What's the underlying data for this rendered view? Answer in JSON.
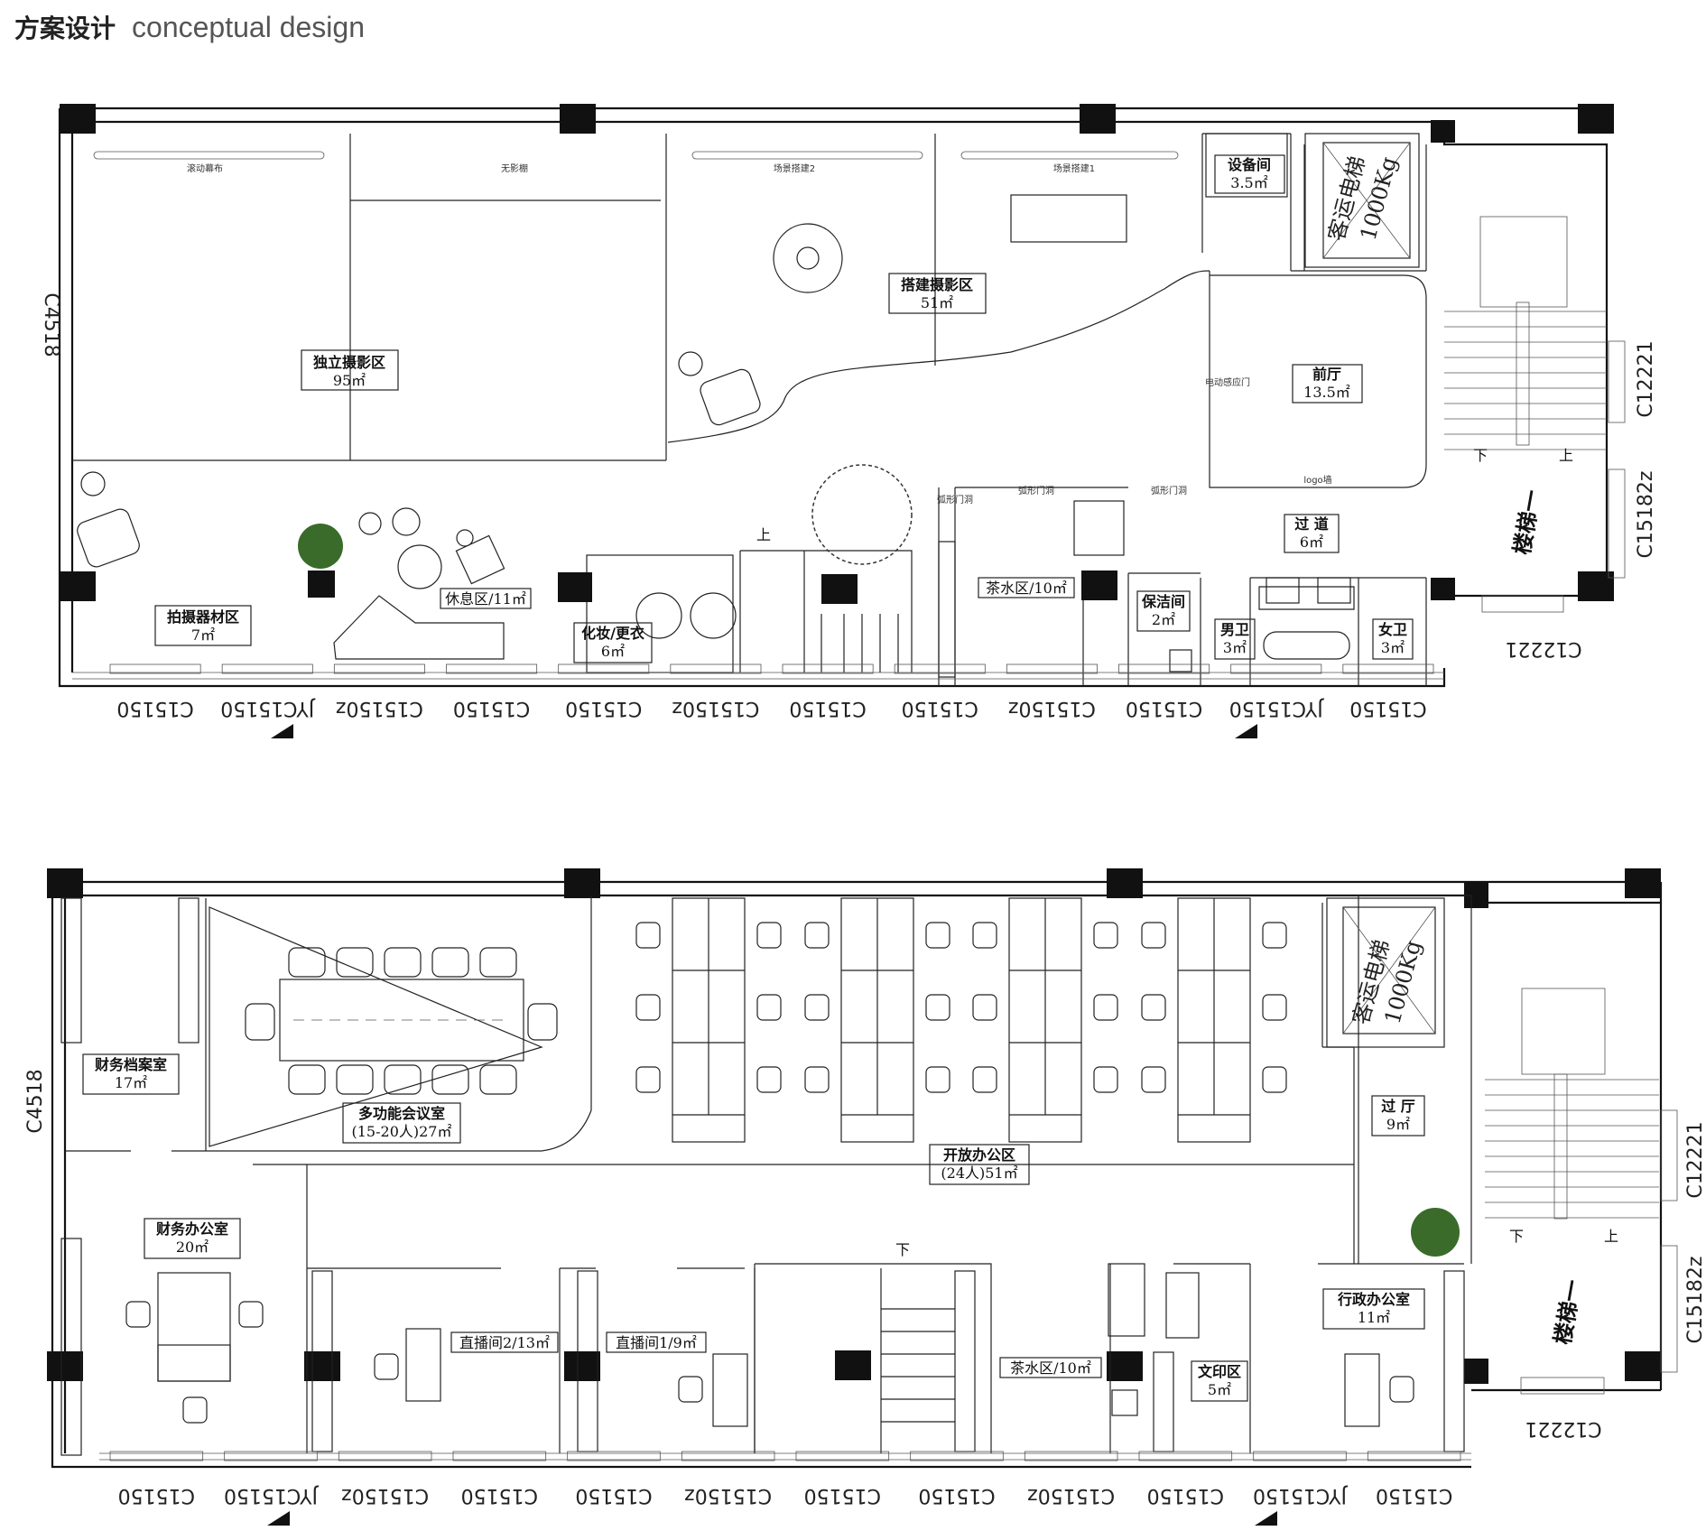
{
  "header": {
    "title_cn": "方案设计",
    "title_en": "conceptual design"
  },
  "plan1": {
    "rooms": [
      {
        "id": "p1-independent-studio",
        "name": "独立摄影区",
        "area": "95㎡"
      },
      {
        "id": "p1-set-studio",
        "name": "搭建摄影区",
        "area": "51㎡"
      },
      {
        "id": "p1-equipment",
        "name": "设备间",
        "area": "3.5㎡"
      },
      {
        "id": "p1-lobby",
        "name": "前厅",
        "area": "13.5㎡"
      },
      {
        "id": "p1-passage",
        "name": "过 道",
        "area": "6㎡"
      },
      {
        "id": "p1-camera-gear",
        "name": "拍摄器材区",
        "area": "7㎡"
      },
      {
        "id": "p1-lounge",
        "name": "休息区/11㎡",
        "area": ""
      },
      {
        "id": "p1-makeup",
        "name": "化妆/更衣",
        "area": "6㎡"
      },
      {
        "id": "p1-tea",
        "name": "茶水区/10㎡",
        "area": ""
      },
      {
        "id": "p1-cleaning",
        "name": "保洁间",
        "area": "2㎡"
      },
      {
        "id": "p1-men-wc",
        "name": "男卫",
        "area": "3㎡"
      },
      {
        "id": "p1-women-wc",
        "name": "女卫",
        "area": "3㎡"
      }
    ],
    "small_labels": [
      "滚动幕布",
      "无影棚",
      "场景搭建2",
      "场景搭建1",
      "电动感应门",
      "弧形门洞",
      "弧形门洞",
      "弧形门洞",
      "logo墙"
    ],
    "elevator": {
      "name": "客运电梯",
      "load": "1000Kg"
    },
    "stair": {
      "name": "楼梯一",
      "up": "上",
      "down": "下"
    },
    "side_windows": [
      "C12221",
      "C15182z",
      "C12221"
    ],
    "left_mark": "C4518",
    "bottom_windows": [
      "C15150",
      "JYC15150",
      "C15150z",
      "C15150",
      "C15150",
      "C15150z",
      "C15150",
      "C15150",
      "C15150z",
      "C15150",
      "JYC15150",
      "C15150"
    ]
  },
  "plan2": {
    "rooms": [
      {
        "id": "p2-finance-archive",
        "name": "财务档案室",
        "area": "17㎡"
      },
      {
        "id": "p2-meeting",
        "name": "多功能会议室",
        "area": "(15-20人)27㎡"
      },
      {
        "id": "p2-open-office",
        "name": "开放办公区",
        "area": "(24人)51㎡"
      },
      {
        "id": "p2-hall",
        "name": "过 厅",
        "area": "9㎡"
      },
      {
        "id": "p2-finance-office",
        "name": "财务办公室",
        "area": "20㎡"
      },
      {
        "id": "p2-live2",
        "name": "直播间2/13㎡",
        "area": ""
      },
      {
        "id": "p2-live1",
        "name": "直播间1/9㎡",
        "area": ""
      },
      {
        "id": "p2-tea",
        "name": "茶水区/10㎡",
        "area": ""
      },
      {
        "id": "p2-print",
        "name": "文印区",
        "area": "5㎡"
      },
      {
        "id": "p2-admin",
        "name": "行政办公室",
        "area": "11㎡"
      }
    ],
    "elevator": {
      "name": "客运电梯",
      "load": "1000Kg"
    },
    "stair": {
      "name": "楼梯一",
      "up": "上",
      "down": "下"
    },
    "left_mark": "C4518",
    "side_windows": [
      "C12221",
      "C15182z",
      "C12221"
    ],
    "bottom_windows": [
      "C15150",
      "JYC15150",
      "C15150z",
      "C15150",
      "C15150",
      "C15150z",
      "C15150",
      "C15150",
      "C15150z",
      "C15150",
      "JYC15150",
      "C15150"
    ]
  }
}
